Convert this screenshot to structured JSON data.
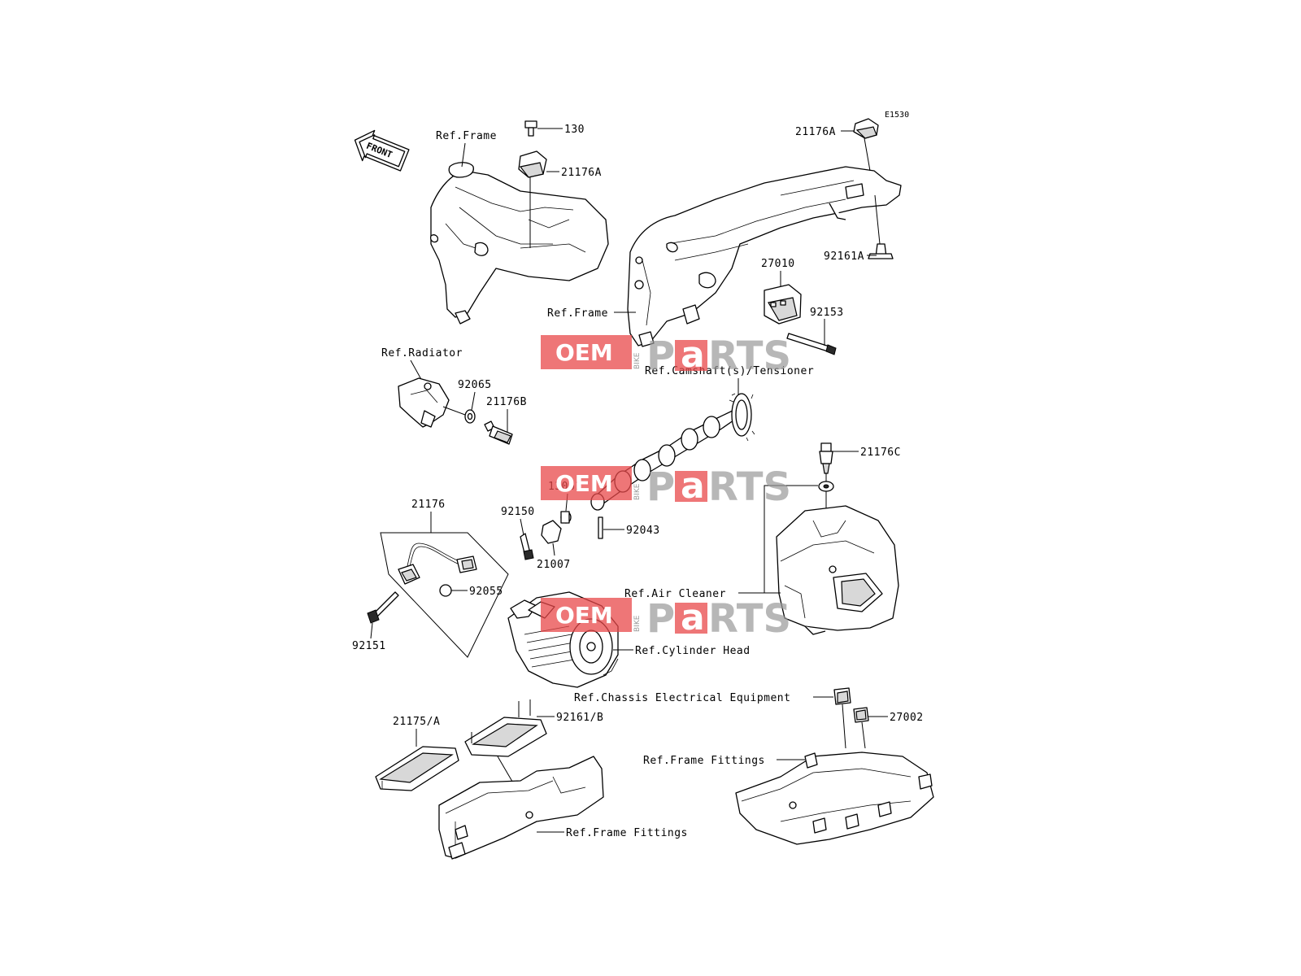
{
  "diagram": {
    "code": "E1530",
    "front_label": "FRONT",
    "labels": {
      "p130": "130",
      "p21176A_top": "21176A",
      "ref_frame_left": "Ref.Frame",
      "p21176A_right": "21176A",
      "p27010": "27010",
      "p92161A": "92161A",
      "p92153": "92153",
      "ref_frame_mid": "Ref.Frame",
      "ref_radiator": "Ref.Radiator",
      "p92065": "92065",
      "p21176B": "21176B",
      "ref_camshaft": "Ref.Camshaft(s)/Tensioner",
      "p21176C": "21176C",
      "p13061": "13061",
      "p92150": "92150",
      "p92043": "92043",
      "p21007": "21007",
      "p21176": "21176",
      "p92055": "92055",
      "p92151": "92151",
      "ref_air_cleaner": "Ref.Air Cleaner",
      "ref_cylinder_head": "Ref.Cylinder Head",
      "ref_chassis": "Ref.Chassis Electrical Equipment",
      "p27002": "27002",
      "p21175A": "21175/A",
      "p92161B": "92161/B",
      "ref_frame_fittings_right": "Ref.Frame Fittings",
      "ref_frame_fittings_left": "Ref.Frame Fittings"
    }
  },
  "watermark": {
    "oem": "OEM",
    "bike": "BIKE",
    "p": "P",
    "a": "a",
    "rts": "RTS",
    "colors": {
      "red": "#e8484a",
      "grey": "#9a9a9a"
    }
  }
}
